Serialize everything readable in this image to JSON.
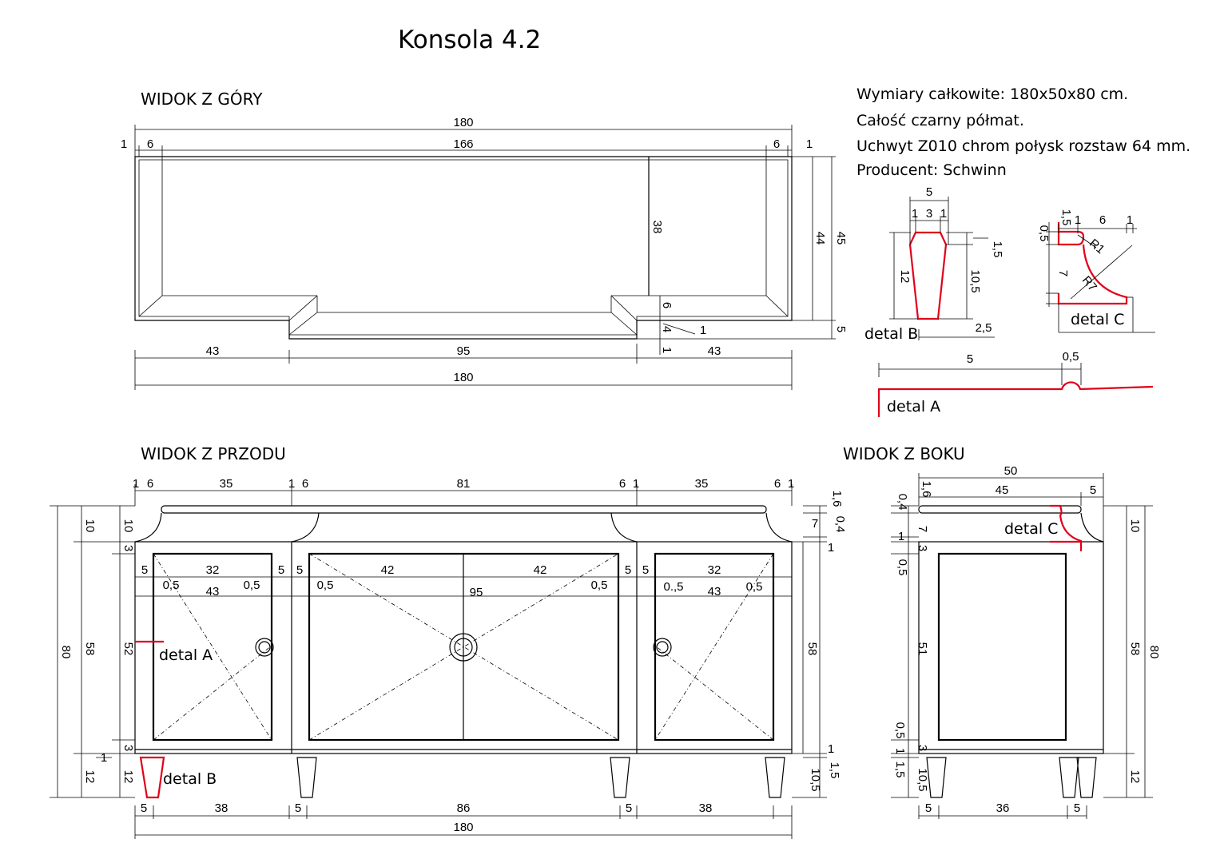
{
  "title": "Konsola 4.2",
  "views": {
    "top": "WIDOK Z GÓRY",
    "front": "WIDOK Z PRZODU",
    "side": "WIDOK Z BOKU"
  },
  "notes": [
    "Wymiary całkowite: 180x50x80 cm.",
    "Całość czarny półmat.",
    "Uchwyt Z010 chrom połysk rozstaw 64 mm.",
    "Producent: Schwinn"
  ],
  "details": {
    "a": "detal A",
    "b": "detal B",
    "c": "detal C"
  },
  "accent_color": "#e0001a",
  "top_dims": [
    "180",
    "1",
    "6",
    "166",
    "6",
    "1",
    "38",
    "44",
    "45",
    "6",
    "4",
    "1",
    "1",
    "5",
    "43",
    "95",
    "43",
    "180"
  ],
  "detailB_dims": [
    "5",
    "1",
    "3",
    "1",
    "1,5",
    "12",
    "10,5",
    "2,5"
  ],
  "detailC_dims": [
    "1,5",
    "1",
    "6",
    "1",
    "0,5",
    "R1",
    "7",
    "R7"
  ],
  "detailA_dims": [
    "5",
    "0,5"
  ],
  "front_dims": [
    "1",
    "6",
    "35",
    "1",
    "6",
    "81",
    "6",
    "1",
    "35",
    "6",
    "1",
    "1,6",
    "0,4",
    "7",
    "1",
    "10",
    "10",
    "3",
    "80",
    "58",
    "52",
    "58",
    "3",
    "1",
    "12",
    "12",
    "1",
    "1,5",
    "10,5",
    "5",
    "32",
    "5",
    "5",
    "42",
    "42",
    "5",
    "5",
    "32",
    "0,5",
    "43",
    "0,5",
    "0,5",
    "95",
    "0,5",
    "0.,5",
    "43",
    "0,5",
    "5",
    "38",
    "5",
    "86",
    "5",
    "38",
    "180"
  ],
  "side_dims": [
    "50",
    "1,6",
    "45",
    "5",
    "0,4",
    "7",
    "1",
    "3",
    "0,5",
    "10",
    "10",
    "58",
    "80",
    "51",
    "0,5",
    "1",
    "1,5",
    "3",
    "10,5",
    "12",
    "5",
    "36",
    "5"
  ]
}
